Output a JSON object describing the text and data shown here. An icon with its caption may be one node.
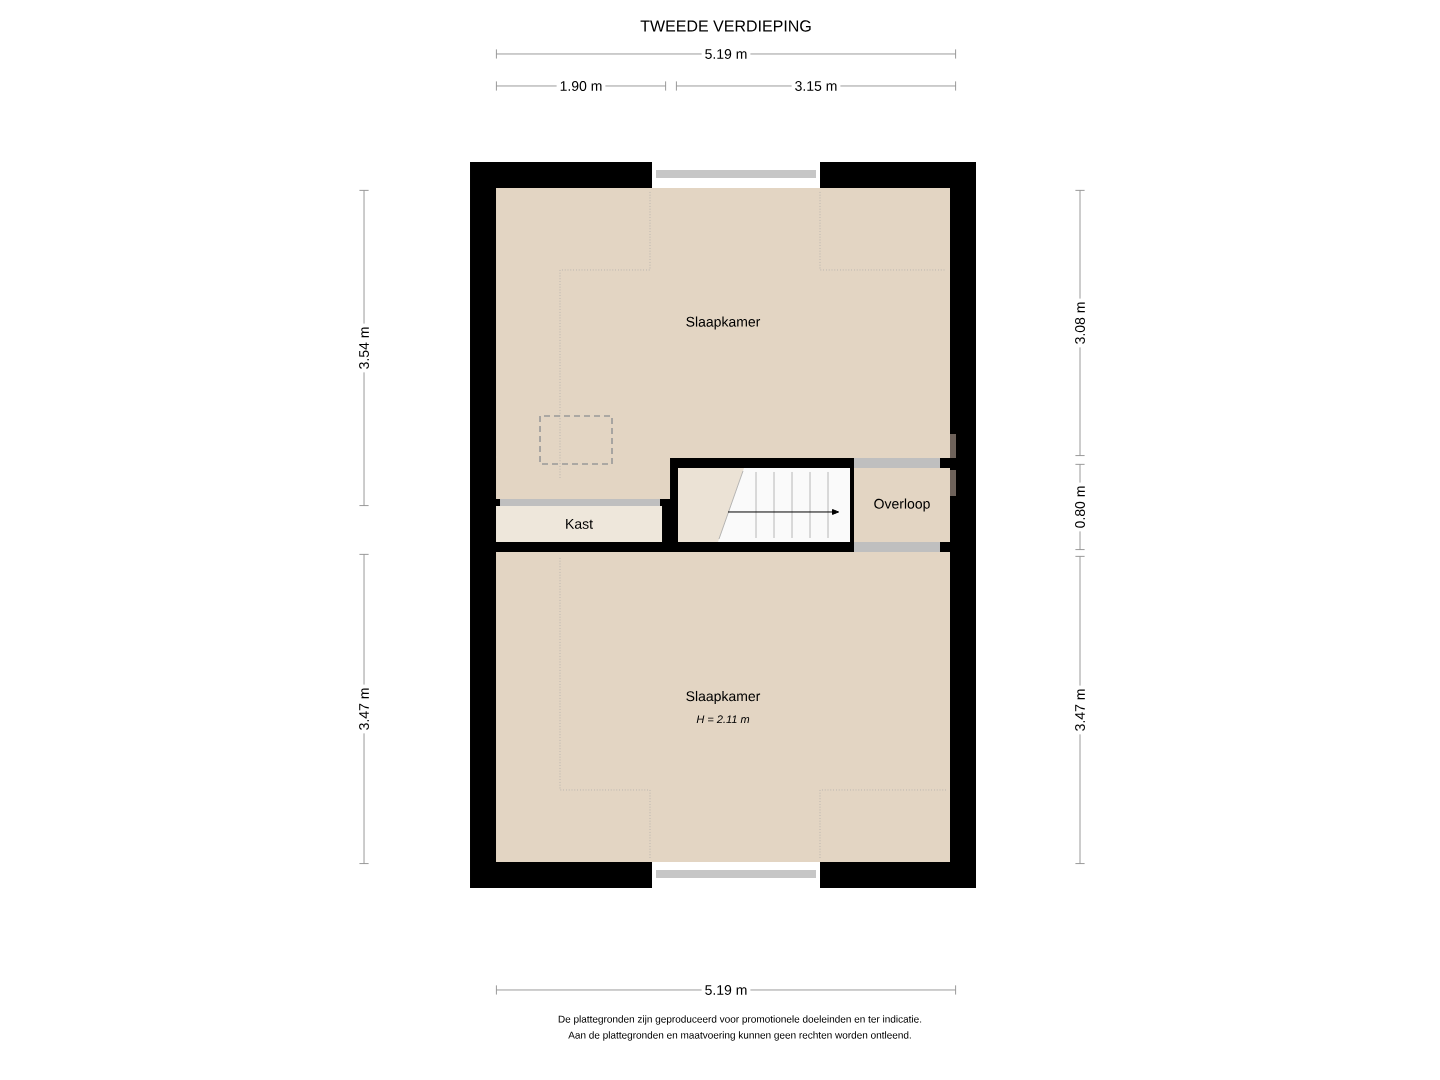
{
  "diagram": {
    "title": "TWEEDE VERDIEPING",
    "nodes": [
      {
        "text": [
          "Slaapkamer"
        ]
      },
      {
        "text": [
          "Kast"
        ]
      },
      {
        "text": [
          "Overloop"
        ]
      },
      {
        "text": [
          "Slaapkamer",
          "H = 2.11 m"
        ]
      }
    ],
    "labels": [
      "5.19 m",
      "1.90 m",
      "3.15 m",
      "3.54 m",
      "3.47 m",
      "3.08 m",
      "0.80 m",
      "3.47 m",
      "5.19 m",
      "De plattegronden zijn geproduceerd voor promotionele doeleinden en ter indicatie.",
      "Aan de plattegronden en maatvoering kunnen geen rechten worden ontleend."
    ]
  }
}
